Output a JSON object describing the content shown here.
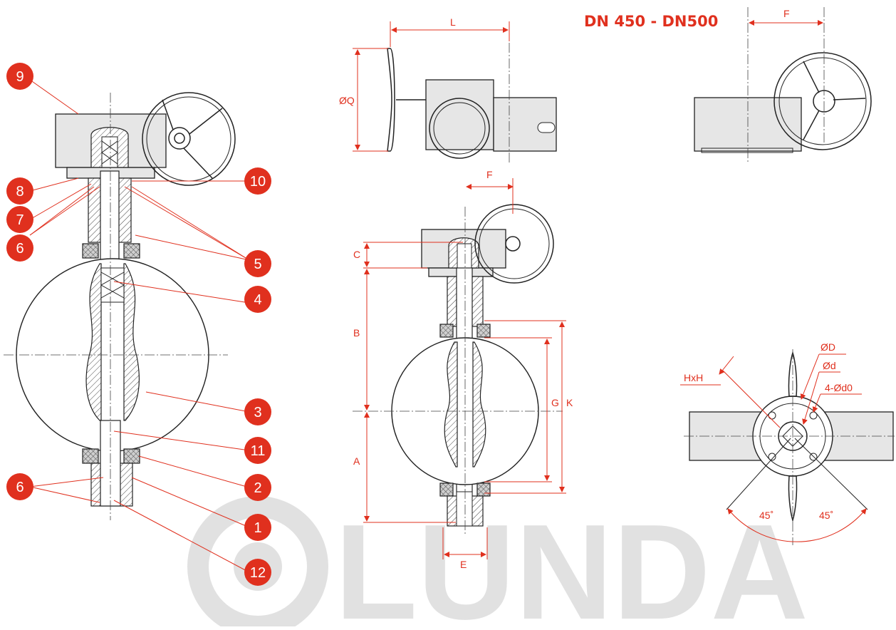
{
  "title": "DN 450 - DN500",
  "callouts": [
    "9",
    "8",
    "7",
    "6",
    "10",
    "5",
    "4",
    "3",
    "11",
    "2",
    "1",
    "12"
  ],
  "dimensions": {
    "L": "L",
    "Q": "ØQ",
    "F_top": "F",
    "F_mid": "F",
    "C": "C",
    "B": "B",
    "A": "A",
    "G": "G",
    "K": "K",
    "E": "E",
    "D": "ØD",
    "d": "Ød",
    "d0": "4-Ød0",
    "HxH": "HxH",
    "angle_left": "45˚",
    "angle_right": "45˚"
  },
  "watermark": "LUNDA",
  "colors": {
    "accent": "#e0301e",
    "line": "#222222",
    "watermark": "#dcdcdc"
  }
}
